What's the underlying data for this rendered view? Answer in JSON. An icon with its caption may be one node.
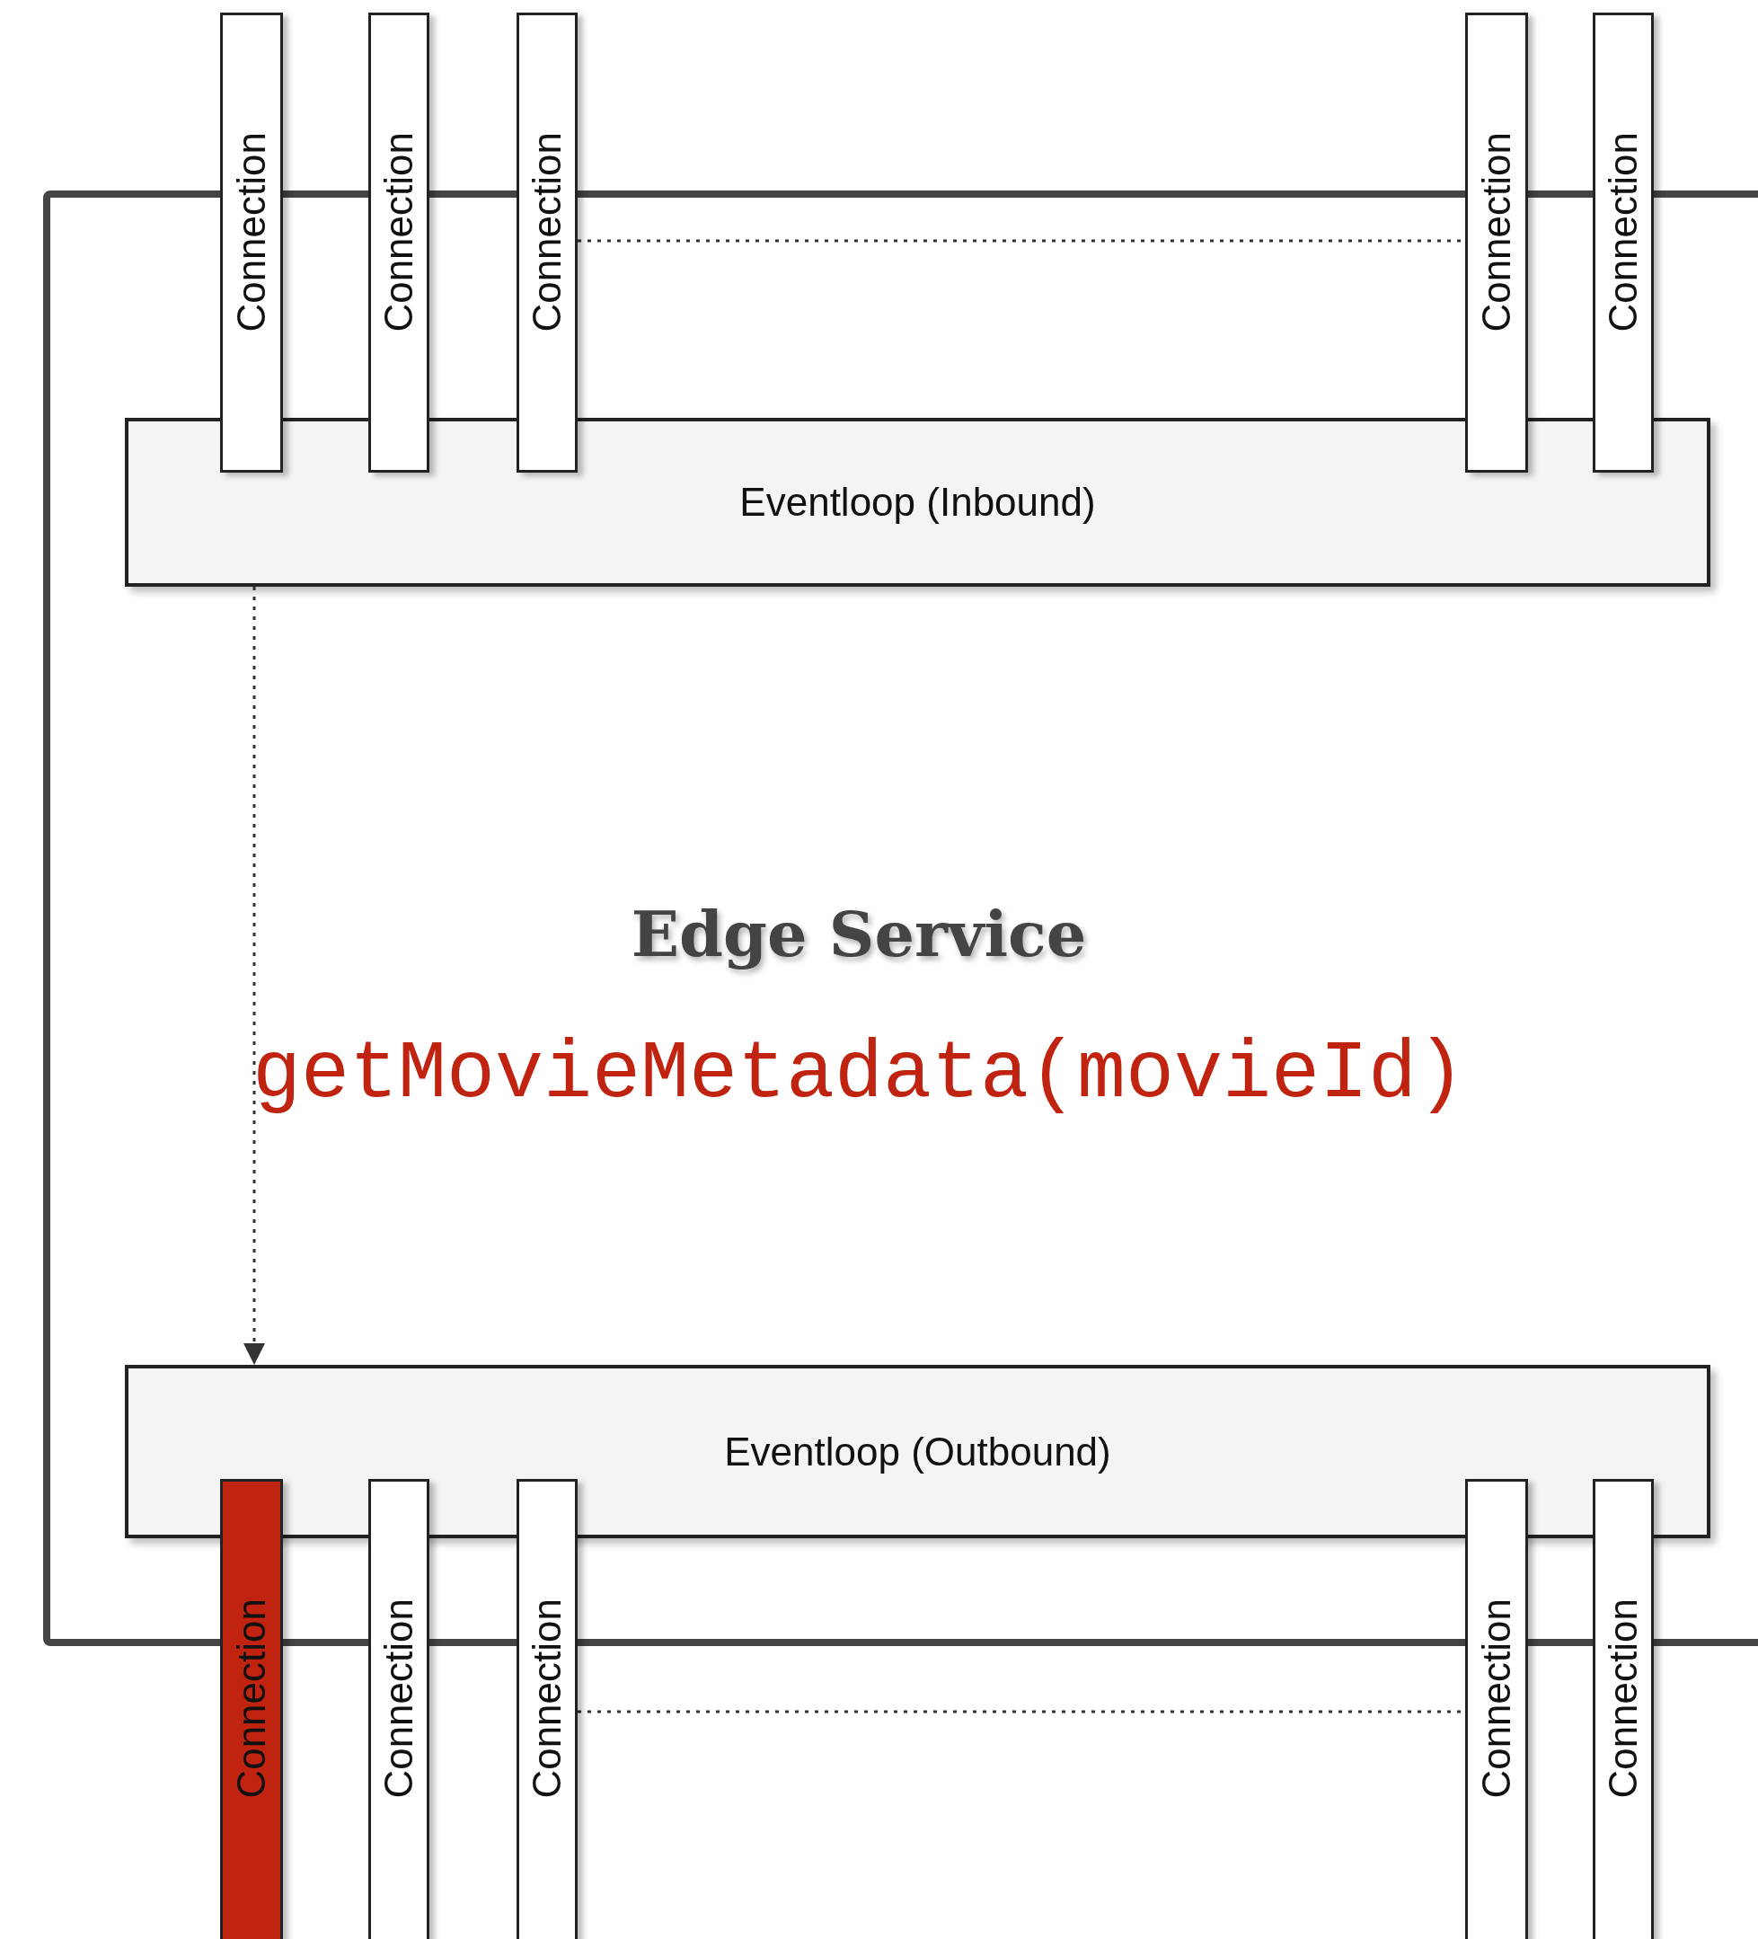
{
  "diagram": {
    "nodes": [
      {
        "text": [
          "Connection"
        ]
      },
      {
        "text": [
          "Connection"
        ]
      },
      {
        "text": [
          "Connection"
        ]
      },
      {
        "text": [
          "Connection"
        ]
      },
      {
        "text": [
          "Connection"
        ]
      },
      {
        "text": [
          "Edge Service",
          "getMovieMetadata(movieId)"
        ]
      },
      {
        "text": [
          "Eventloop (Inbound)"
        ],
        "in": 5
      },
      {
        "text": [
          "Eventloop (Outbound)"
        ],
        "in": 5
      },
      {
        "text": [
          "Connection"
        ]
      },
      {
        "text": [
          "Connection"
        ]
      },
      {
        "text": [
          "Connection"
        ]
      },
      {
        "text": [
          "Connection"
        ]
      },
      {
        "text": [
          "Connection"
        ]
      }
    ],
    "edges": [
      {
        "from": 2,
        "to": 3,
        "arrow": "none",
        "style": "dashed"
      },
      {
        "from": 6,
        "to": 7,
        "arrow": "to",
        "style": "dashed"
      },
      {
        "from": 10,
        "to": 11,
        "arrow": "none",
        "style": "dashed"
      }
    ]
  }
}
